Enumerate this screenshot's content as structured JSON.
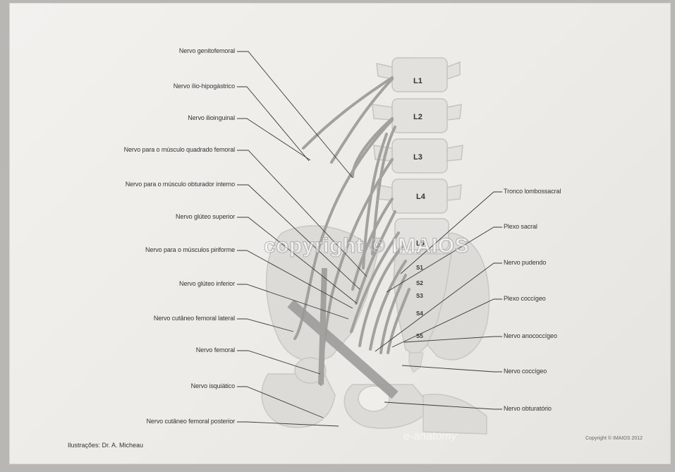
{
  "left_labels": [
    "Nervo genitofemoral",
    "Nervo ílio-hipogástrico",
    "Nervo ilioinguinal",
    "Nervo para o músculo quadrado femoral",
    "Nervo para o músculo obturador interno",
    "Nervo glúteo superior",
    "Nervo para o músculos piriforme",
    "Nervo glúteo inferior",
    "Nervo cutâneo femoral lateral",
    "Nervo femoral",
    "Nervo isquiático",
    "Nervo cutâneo femoral posterior"
  ],
  "right_labels": [
    "Tronco lombossacral",
    "Plexo sacral",
    "Nervo pudendo",
    "Plexo coccígeo",
    "Nervo anococcígeo",
    "Nervo coccígeo",
    "Nervo obturatório"
  ],
  "vertebrae": [
    "L1",
    "L2",
    "L3",
    "L4",
    "L5"
  ],
  "sacral_labels": [
    "S1",
    "S2",
    "S3",
    "S4",
    "S5"
  ],
  "watermark": "copyright © IMAIOS",
  "watermark_bottom": "e-anatomy",
  "credit_left": "Ilustrações: Dr. A. Micheau",
  "credit_right": "Copyright © IMAIOS 2012",
  "colors": {
    "paper": "#f0eeeb",
    "bone": "#d9d7d3",
    "nerve": "#9a9896",
    "line": "#3a3a3a"
  }
}
